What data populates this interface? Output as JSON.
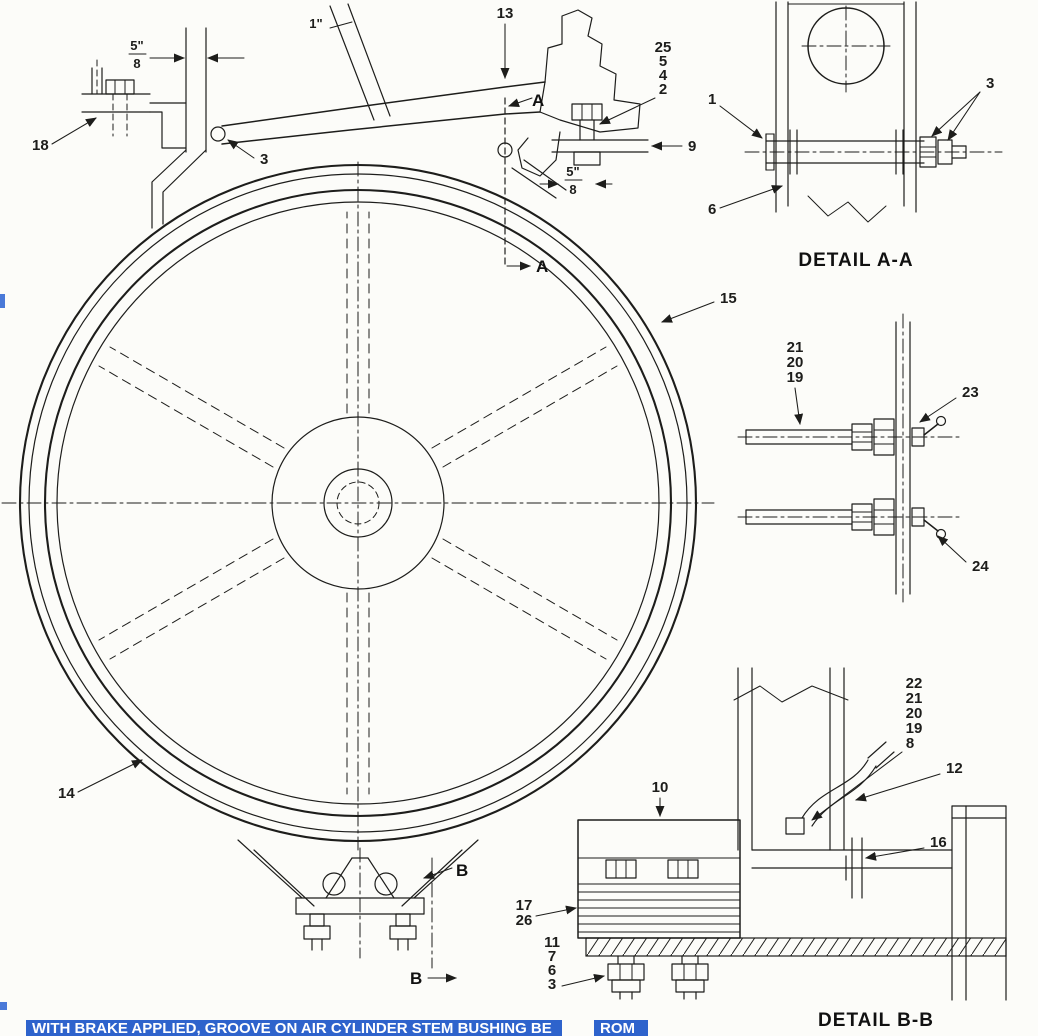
{
  "colors": {
    "paper": "#fcfcf9",
    "ink": "#1d1d1b",
    "highlight": "#2e63cc"
  },
  "labels": {
    "n1": "1",
    "n2": "2",
    "n3": "3",
    "n4": "4",
    "n5": "5",
    "n6": "6",
    "n7": "7",
    "n8": "8",
    "n9": "9",
    "n10": "10",
    "n11": "11",
    "n12": "12",
    "n13": "13",
    "n14": "14",
    "n15": "15",
    "n16": "16",
    "n17": "17",
    "n18": "18",
    "n19": "19",
    "n20": "20",
    "n21": "21",
    "n22": "22",
    "n23": "23",
    "n24": "24",
    "n25": "25",
    "n26": "26"
  },
  "sections": {
    "a": "A",
    "b": "B"
  },
  "titles": {
    "detail_aa": "DETAIL A-A",
    "detail_bb": "DETAIL B-B"
  },
  "dimensions": {
    "five_inch": "5\"",
    "eight": "8",
    "one_inch": "1\""
  },
  "footer": {
    "note_left": "WITH BRAKE APPLIED, GROOVE ON AIR CYLINDER STEM BUSHING BE",
    "note_right": "ROM"
  }
}
